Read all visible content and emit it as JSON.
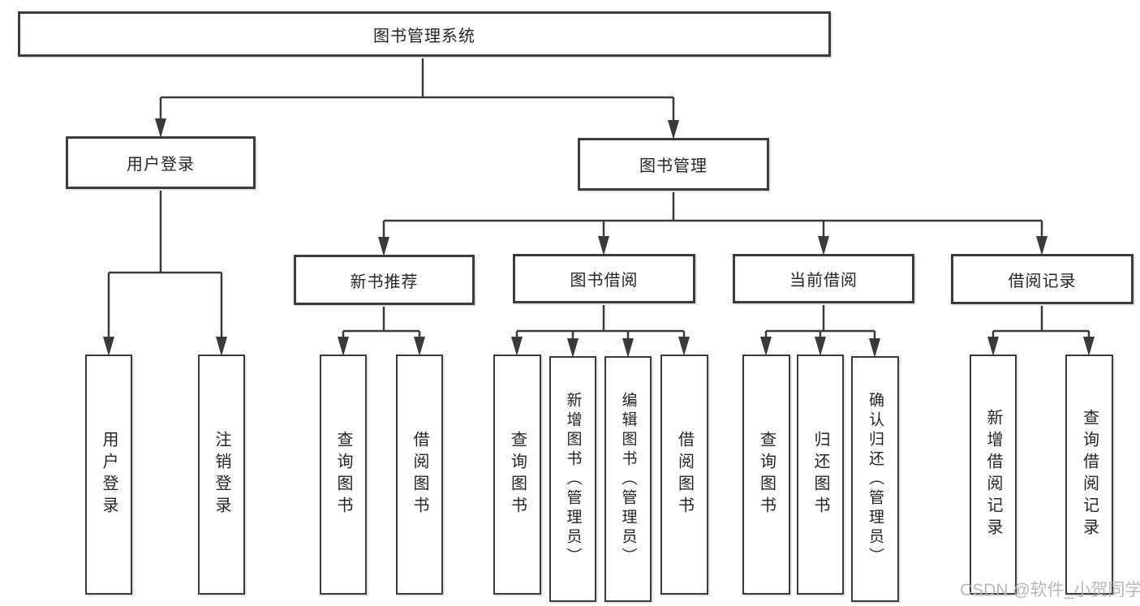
{
  "watermark": "CSDN @软件_小贺同学",
  "colors": {
    "line": "#3a3a3a",
    "box_border": "#3b3b3b",
    "text": "#252525",
    "watermark": "#b3b3b3"
  },
  "tree": {
    "root": "图书管理系统",
    "login": {
      "label": "用户登录",
      "children": [
        "用户登录",
        "注销登录"
      ]
    },
    "mgmt": {
      "label": "图书管理",
      "modules": [
        {
          "label": "新书推荐",
          "children": [
            "查询图书",
            "借阅图书"
          ]
        },
        {
          "label": "图书借阅",
          "children": [
            "查询图书",
            "新增图书（管理员）",
            "编辑图书（管理员）",
            "借阅图书"
          ]
        },
        {
          "label": "当前借阅",
          "children": [
            "查询图书",
            "归还图书",
            "确认归还（管理员）"
          ]
        },
        {
          "label": "借阅记录",
          "children": [
            "新增借阅记录",
            "查询借阅记录"
          ]
        }
      ]
    }
  }
}
